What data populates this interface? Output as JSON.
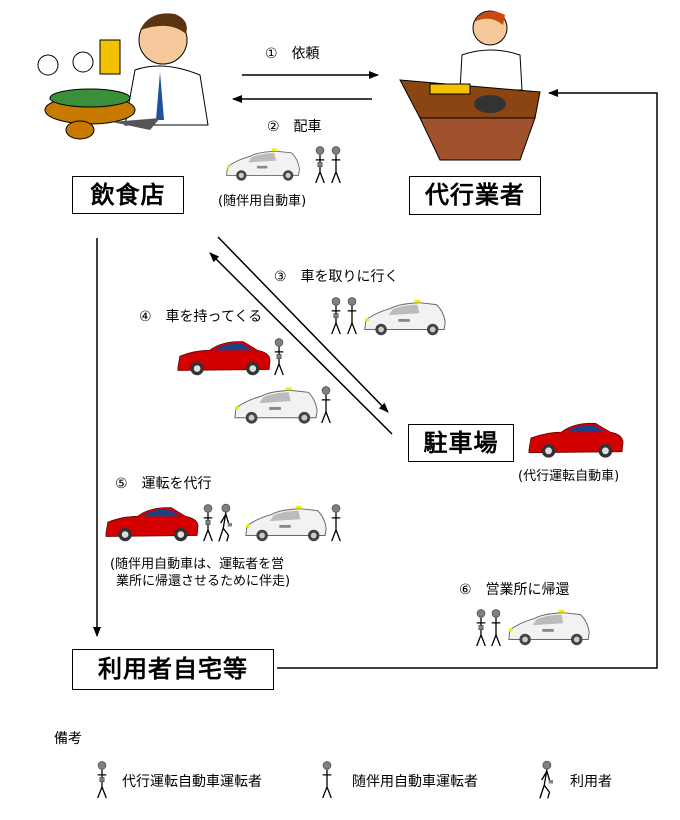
{
  "nodes": {
    "restaurant": "飲食店",
    "agency": "代行業者",
    "parking": "駐車場",
    "home": "利用者自宅等"
  },
  "steps": {
    "s1": "①　依頼",
    "s2": "②　配車",
    "s3": "③　車を取りに行く",
    "s4": "④　車を持ってくる",
    "s5": "⑤　運転を代行",
    "s6": "⑥　営業所に帰還"
  },
  "notes": {
    "escort_car": "(随伴用自動車)",
    "proxy_car": "(代行運転自動車)",
    "escort_explanation_1": "(随伴用自動車は、運転者を営",
    "escort_explanation_2": "業所に帰還させるために伴走)"
  },
  "legend": {
    "title": "備考",
    "items": [
      {
        "icon": "proxy-driver-figure",
        "label": "代行運転自動車運転者"
      },
      {
        "icon": "escort-driver-figure",
        "label": "随伴用自動車運転者"
      },
      {
        "icon": "customer-figure",
        "label": "利用者"
      }
    ]
  },
  "colors": {
    "proxy_car": "#d40000",
    "escort_car": "#f0f0f0",
    "person": "#808080",
    "desk": "#8b4513"
  }
}
